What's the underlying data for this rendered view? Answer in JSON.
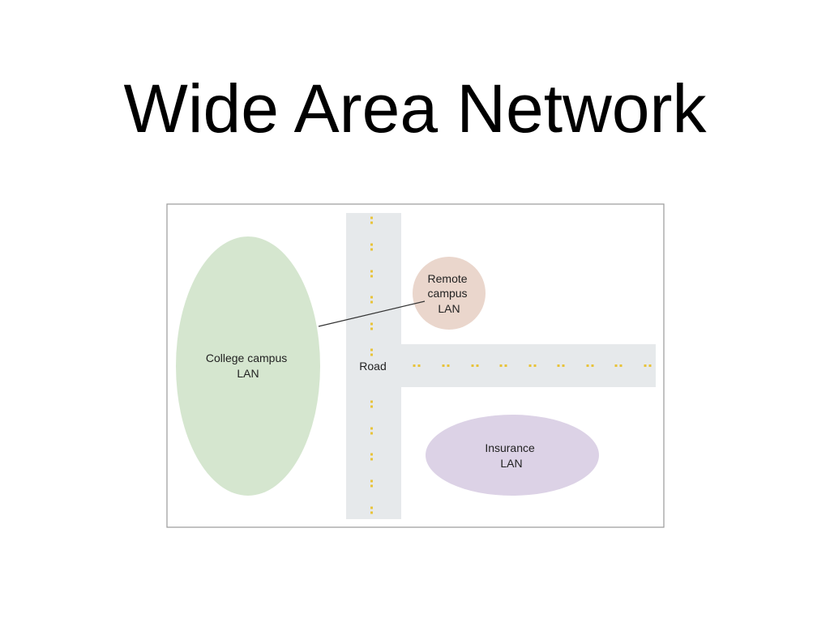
{
  "slide": {
    "title": "Wide Area Network"
  },
  "diagram": {
    "college_lan": [
      "College campus",
      "LAN"
    ],
    "remote_lan": [
      "Remote",
      "campus",
      "LAN"
    ],
    "insurance_lan": [
      "Insurance",
      "LAN"
    ],
    "road_label": "Road"
  },
  "colors": {
    "college_fill": "#d5e6cf",
    "remote_fill": "#ead6cc",
    "insurance_fill": "#dcd2e6",
    "road_fill": "#e6e9eb",
    "road_dash": "#e8c33a",
    "frame_stroke": "#9a9a9a",
    "link_stroke": "#333333"
  }
}
